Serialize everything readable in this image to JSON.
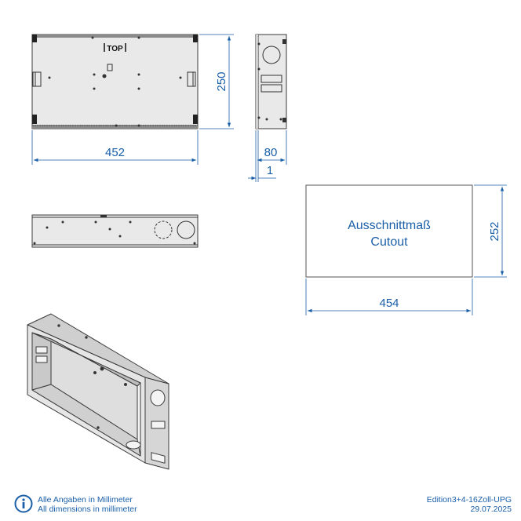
{
  "drawing": {
    "top_label": "TOP",
    "dimensions": {
      "width_front": "452",
      "height_front": "250",
      "depth": "80",
      "flange": "1",
      "cutout_width": "454",
      "cutout_height": "252"
    },
    "cutout": {
      "line1": "Ausschnittmaß",
      "line2": "Cutout"
    }
  },
  "footer": {
    "note_de": "Alle Angaben in Millimeter",
    "note_en": "All dimensions in millimeter",
    "model": "Edition3+4-16Zoll-UPG",
    "date": "29.07.2025"
  },
  "colors": {
    "dimension": "#1a5fa8",
    "box_fill": "#e9e9ea",
    "box_stroke": "#3a3a3a"
  }
}
